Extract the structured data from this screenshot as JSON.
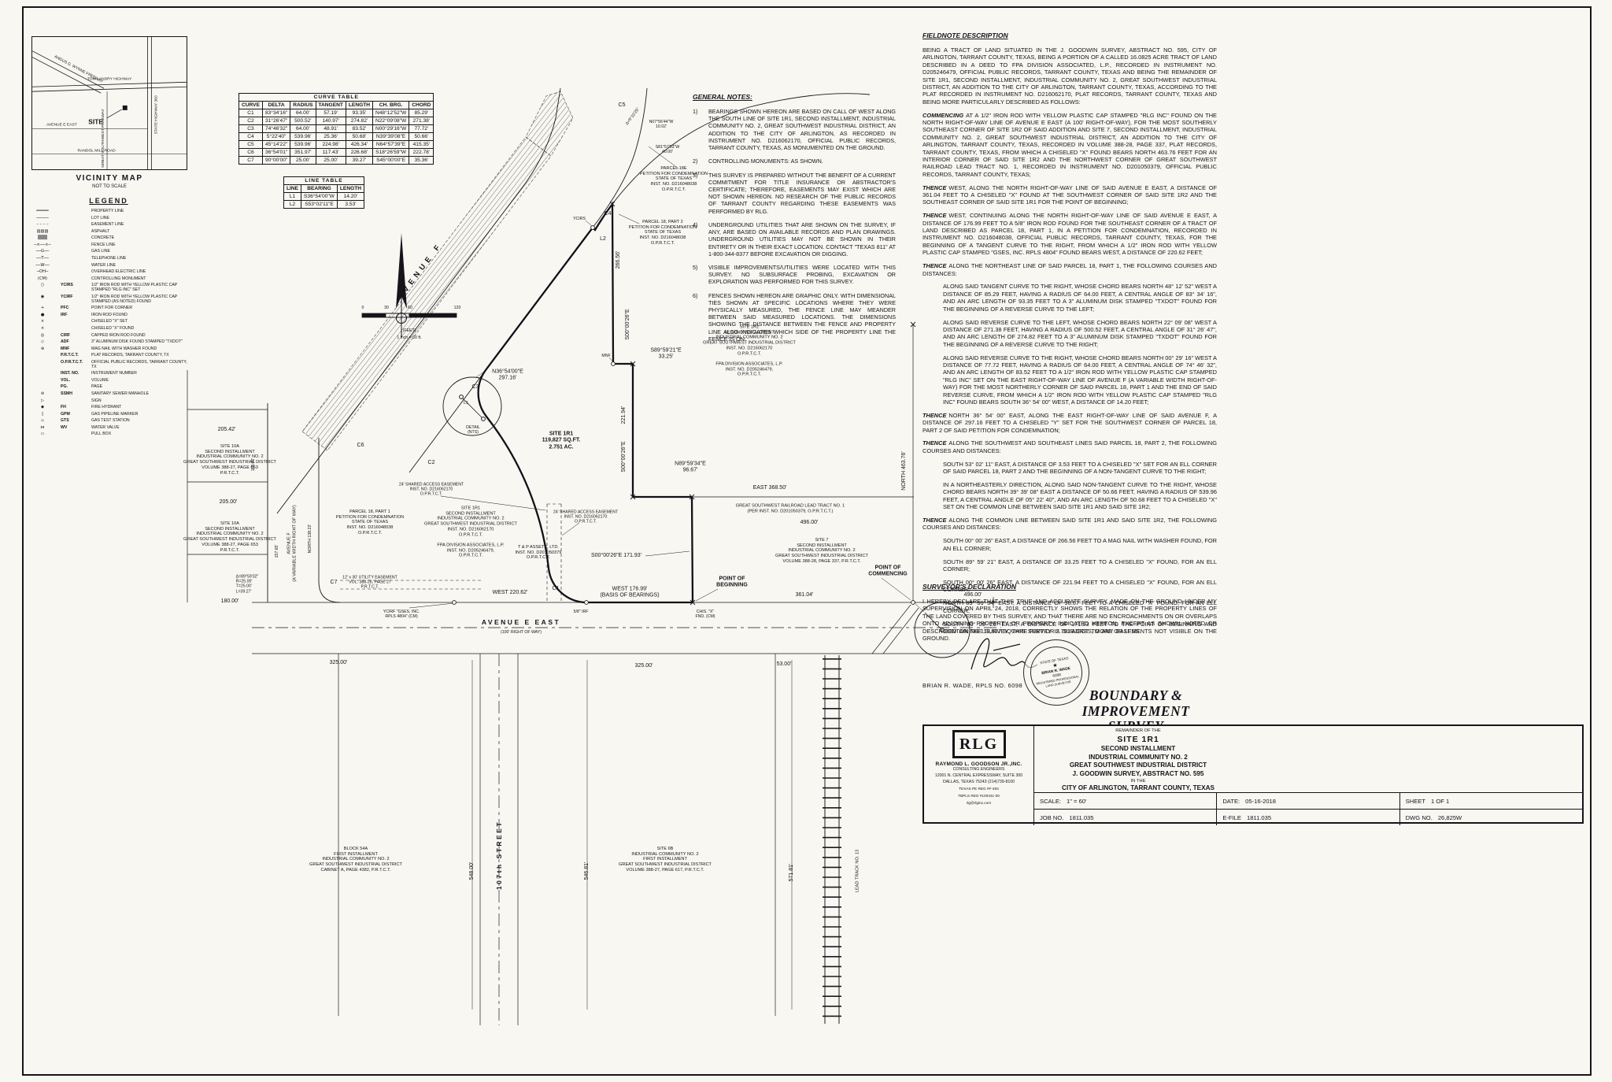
{
  "vicinity": {
    "title": "VICINITY MAP",
    "subtitle": "NOT TO SCALE",
    "site": "SITE",
    "roads": {
      "tom_landry": "TOM LANDRY HIGHWAY",
      "angus": "ANGUS G. WYNNE FREEWAY",
      "hwy360": "STATE HIGHWAY 360",
      "gsp": "GREAT SOUTHWEST PARKWAY",
      "ave_e": "AVENUE E EAST",
      "randol": "RANDOL MILL ROAD"
    }
  },
  "legend": {
    "title": "LEGEND",
    "items": [
      {
        "g": "━━━━━",
        "a": "",
        "t": "PROPERTY LINE"
      },
      {
        "g": "─────",
        "a": "",
        "t": "LOT LINE"
      },
      {
        "g": "– – – –",
        "a": "",
        "t": "EASEMENT LINE"
      },
      {
        "g": "▨▨▨",
        "a": "",
        "t": "ASPHALT"
      },
      {
        "g": "▒▒▒",
        "a": "",
        "t": "CONCRETE"
      },
      {
        "g": "─×──×─",
        "a": "",
        "t": "FENCE LINE"
      },
      {
        "g": "──G──",
        "a": "",
        "t": "GAS LINE"
      },
      {
        "g": "──T──",
        "a": "",
        "t": "TELEPHONE LINE"
      },
      {
        "g": "──W──",
        "a": "",
        "t": "WATER LINE"
      },
      {
        "g": "─OH─",
        "a": "",
        "t": "OVERHEAD ELECTRIC LINE"
      },
      {
        "g": "(CM)",
        "a": "",
        "t": "CONTROLLING MONUMENT"
      },
      {
        "g": "○",
        "a": "YCIRS",
        "t": "1/2\" IRON ROD WITH YELLOW PLASTIC CAP STAMPED \"RLG INC\" SET"
      },
      {
        "g": "◉",
        "a": "YCIRF",
        "t": "1/2\" IRON ROD WITH YELLOW PLASTIC CAP STAMPED (AS NOTED) FOUND"
      },
      {
        "g": "+",
        "a": "PFC",
        "t": "POINT FOR CORNER"
      },
      {
        "g": "●",
        "a": "IRF",
        "t": "IRON ROD FOUND"
      },
      {
        "g": "×",
        "a": "",
        "t": "CHISELED \"X\" SET"
      },
      {
        "g": "×",
        "a": "",
        "t": "CHISELED \"X\" FOUND"
      },
      {
        "g": "◎",
        "a": "CIRF",
        "t": "CAPPED IRON ROD FOUND"
      },
      {
        "g": "◇",
        "a": "ADF",
        "t": "3\" ALUMINUM DISK FOUND STAMPED \"TXDOT\""
      },
      {
        "g": "⊕",
        "a": "MNF",
        "t": "MAG NAIL WITH WASHER FOUND"
      },
      {
        "g": "",
        "a": "P.R.T.C.T.",
        "t": "PLAT RECORDS, TARRANT COUNTY, TX"
      },
      {
        "g": "",
        "a": "O.P.R.T.C.T.",
        "t": "OFFICIAL PUBLIC RECORDS, TARRANT COUNTY, TX"
      },
      {
        "g": "",
        "a": "INST. NO.",
        "t": "INSTRUMENT NUMBER"
      },
      {
        "g": "",
        "a": "VOL.",
        "t": "VOLUME"
      },
      {
        "g": "",
        "a": "PG.",
        "t": "PAGE"
      },
      {
        "g": "⊚",
        "a": "SSMH",
        "t": "SANITARY SEWER MANHOLE"
      },
      {
        "g": "▷",
        "a": "",
        "t": "SIGN"
      },
      {
        "g": "◆",
        "a": "FH",
        "t": "FIRE HYDRANT"
      },
      {
        "g": "▯",
        "a": "GPM",
        "t": "GAS PIPELINE MARKER"
      },
      {
        "g": "▫",
        "a": "GTS",
        "t": "GAS TEST STATION"
      },
      {
        "g": "⋈",
        "a": "WV",
        "t": "WATER VALVE"
      },
      {
        "g": "▭",
        "a": "",
        "t": "PULL BOX"
      }
    ]
  },
  "curve_table": {
    "title": "CURVE TABLE",
    "headers": [
      "CURVE",
      "DELTA",
      "RADIUS",
      "TANGENT",
      "LENGTH",
      "CH. BRG.",
      "CHORD"
    ],
    "rows": [
      [
        "C1",
        "83°34'16\"",
        "64.00'",
        "57.19'",
        "93.35'",
        "N48°12'52\"W",
        "85.29'"
      ],
      [
        "C2",
        "31°26'47\"",
        "500.52'",
        "140.97'",
        "274.82'",
        "N22°09'08\"W",
        "271.38'"
      ],
      [
        "C3",
        "74°46'32\"",
        "64.00'",
        "48.91'",
        "83.52'",
        "N00°29'16\"W",
        "77.72'"
      ],
      [
        "C4",
        "5°22'40\"",
        "539.96'",
        "25.36'",
        "50.68'",
        "N39°39'08\"E",
        "50.66'"
      ],
      [
        "C5",
        "45°14'22\"",
        "539.96'",
        "224.98'",
        "426.34'",
        "N64°57'39\"E",
        "415.35'"
      ],
      [
        "C6",
        "36°54'01\"",
        "351.97'",
        "117.43'",
        "226.68'",
        "S18°26'59\"W",
        "222.78'"
      ],
      [
        "C7",
        "90°00'00\"",
        "25.00'",
        "25.00'",
        "39.27'",
        "S45°00'00\"E",
        "35.36'"
      ]
    ]
  },
  "line_table": {
    "title": "LINE TABLE",
    "headers": [
      "LINE",
      "BEARING",
      "LENGTH"
    ],
    "rows": [
      [
        "L1",
        "S36°54'00\"W",
        "14.20'"
      ],
      [
        "L2",
        "S53°02'11\"E",
        "3.53'"
      ]
    ]
  },
  "general_notes": {
    "title": "GENERAL NOTES:",
    "items": [
      {
        "num": "1)",
        "text": "BEARINGS SHOWN HEREON ARE BASED ON CALL OF WEST ALONG THE SOUTH LINE OF SITE 1R1, SECOND INSTALLMENT, INDUSTRIAL COMMUNITY NO. 2, GREAT SOUTHWEST INDUSTRIAL DISTRICT, AN ADDITION TO THE CITY OF ARLINGTON, AS RECORDED IN INSTRUMENT NO. D216062170, OFFICIAL PUBLIC RECORDS, TARRANT COUNTY, TEXAS, AS MONUMENTED ON THE GROUND."
      },
      {
        "num": "2)",
        "text": "CONTROLLING MONUMENTS: AS SHOWN."
      },
      {
        "num": "3)",
        "text": "THIS SURVEY IS PREPARED WITHOUT THE BENEFIT OF A CURRENT COMMITMENT FOR TITLE INSURANCE OR ABSTRACTOR'S CERTIFICATE; THEREFORE, EASEMENTS MAY EXIST WHICH ARE NOT SHOWN HEREON. NO RESEARCH OF THE PUBLIC RECORDS OF TARRANT COUNTY REGARDING THESE EASEMENTS WAS PERFORMED BY RLG."
      },
      {
        "num": "4)",
        "text": "UNDERGROUND UTILITIES THAT ARE SHOWN ON THE SURVEY, IF ANY, ARE BASED ON AVAILABLE RECORDS AND PLAN DRAWINGS. UNDERGROUND UTILITIES MAY NOT BE SHOWN IN THEIR ENTIRETY OR IN THEIR EXACT LOCATION. CONTACT \"TEXAS 811\" AT 1-800-344-8377 BEFORE EXCAVATION OR DIGGING."
      },
      {
        "num": "5)",
        "text": "VISIBLE IMPROVEMENTS/UTILITIES WERE LOCATED WITH THIS SURVEY. NO SUBSURFACE PROBING, EXCAVATION OR EXPLORATION WAS PERFORMED FOR THIS SURVEY."
      },
      {
        "num": "6)",
        "text": "FENCES SHOWN HEREON ARE GRAPHIC ONLY. WITH DIMENSIONAL TIES SHOWN AT SPECIFIC LOCATIONS WHERE THEY WERE PHYSICALLY MEASURED, THE FENCE LINE MAY MEANDER BETWEEN SAID MEASURED LOCATIONS. THE DIMENSIONS SHOWING THE DISTANCE BETWEEN THE FENCE AND PROPERTY LINE ALSO INDICATES WHICH SIDE OF THE PROPERTY LINE THE FENCE IS ON."
      }
    ]
  },
  "fieldnotes": {
    "title": "FIELDNOTE DESCRIPTION",
    "paragraphs": [
      {
        "lead": "",
        "cls": "",
        "text": "BEING A TRACT OF LAND SITUATED IN THE J. GOODWIN SURVEY, ABSTRACT NO. 595, CITY OF ARLINGTON, TARRANT COUNTY, TEXAS, BEING A PORTION OF A CALLED 16.0825 ACRE TRACT OF LAND DESCRIBED IN A DEED TO FPA DIVISION ASSOCIATED, L.P., RECORDED IN INSTRUMENT NO. D205246479, OFFICIAL PUBLIC RECORDS, TARRANT COUNTY, TEXAS AND BEING THE REMAINDER OF SITE 1R1, SECOND INSTALLMENT, INDUSTRIAL COMMUNITY NO. 2, GREAT SOUTHWEST INDUSTRIAL DISTRICT, AN ADDITION TO THE CITY OF ARLINGTON, TARRANT COUNTY, TEXAS, ACCORDING TO THE PLAT RECORDED IN INSTRUMENT NO. D216062170, PLAT RECORDS, TARRANT COUNTY, TEXAS AND BEING MORE PARTICULARLY DESCRIBED AS FOLLOWS:"
      },
      {
        "lead": "COMMENCING",
        "cls": "",
        "text": "AT A 1/2\" IRON ROD WITH YELLOW PLASTIC CAP STAMPED \"RLG INC\" FOUND ON THE NORTH RIGHT-OF-WAY LINE OF AVENUE E EAST (A 100' RIGHT-OF-WAY), FOR THE MOST SOUTHERLY SOUTHEAST CORNER OF SITE 1R2 OF SAID ADDITION AND SITE 7, SECOND INSTALLMENT, INDUSTRIAL COMMUNITY NO. 2, GREAT SOUTHWEST INDUSTRIAL DISTRICT, AN ADDITION TO THE CITY OF ARLINGTON, TARRANT COUNTY, TEXAS, RECORDED IN VOLUME 388-28, PAGE 337, PLAT RECORDS, TARRANT COUNTY, TEXAS, FROM WHICH A CHISELED \"X\" FOUND BEARS NORTH 463.76 FEET FOR AN INTERIOR CORNER OF SAID SITE 1R2 AND THE NORTHWEST CORNER OF GREAT SOUTHWEST RAILROAD LEAD TRACT NO. 1, RECORDED IN INSTRUMENT NO. D201050379, OFFICIAL PUBLIC RECORDS, TARRANT COUNTY, TEXAS;"
      },
      {
        "lead": "THENCE",
        "cls": "",
        "text": "WEST, ALONG THE NORTH RIGHT-OF-WAY LINE OF SAID AVENUE E EAST, A DISTANCE OF 361.04 FEET TO A CHISELED \"X\" FOUND AT THE SOUTHWEST CORNER OF SAID SITE 1R2 AND THE SOUTHEAST CORNER OF SAID SITE 1R1 FOR THE POINT OF BEGINNING;"
      },
      {
        "lead": "THENCE",
        "cls": "",
        "text": "WEST, CONTINUING ALONG THE NORTH RIGHT-OF-WAY LINE OF SAID AVENUE E EAST, A DISTANCE OF 176.99 FEET TO A 5/8\" IRON ROD FOUND FOR THE SOUTHEAST CORNER OF A TRACT OF LAND DESCRIBED AS PARCEL 18, PART 1, IN A PETITION FOR CONDEMNATION, RECORDED IN INSTRUMENT NO. D216048038, OFFICIAL PUBLIC RECORDS, TARRANT COUNTY, TEXAS, FOR THE BEGINNING OF A TANGENT CURVE TO THE RIGHT, FROM WHICH A 1/2\" IRON ROD WITH YELLOW PLASTIC CAP STAMPED \"GSES, INC. RPLS 4804\" FOUND BEARS WEST, A DISTANCE OF 220.62 FEET;"
      },
      {
        "lead": "THENCE",
        "cls": "",
        "text": "ALONG THE NORTHEAST LINE OF SAID PARCEL 18, PART 1, THE FOLLOWING COURSES AND DISTANCES:"
      },
      {
        "lead": "",
        "cls": "ind",
        "text": "ALONG SAID TANGENT CURVE TO THE RIGHT, WHOSE CHORD BEARS NORTH 48° 12' 52\" WEST A DISTANCE OF 85.29 FEET, HAVING A RADIUS OF 64.00 FEET, A CENTRAL ANGLE OF 83° 34' 16\", AND AN ARC LENGTH OF 93.35 FEET TO A 3\" ALUMINUM DISK STAMPED \"TXDOT\" FOUND FOR THE BEGINNING OF A REVERSE CURVE TO THE LEFT;"
      },
      {
        "lead": "",
        "cls": "ind",
        "text": "ALONG SAID REVERSE CURVE TO THE LEFT, WHOSE CHORD BEARS NORTH 22° 09' 08\" WEST A DISTANCE OF 271.38 FEET, HAVING A RADIUS OF 500.52 FEET, A CENTRAL ANGLE OF 31° 26' 47\", AND AN ARC LENGTH OF 274.82 FEET TO A 3\" ALUMINUM DISK STAMPED \"TXDOT\" FOUND FOR THE BEGINNING OF A REVERSE CURVE TO THE RIGHT;"
      },
      {
        "lead": "",
        "cls": "ind",
        "text": "ALONG SAID REVERSE CURVE TO THE RIGHT, WHOSE CHORD BEARS NORTH 00° 29' 16\" WEST A DISTANCE OF 77.72 FEET, HAVING A RADIUS OF 64.00 FEET, A CENTRAL ANGLE OF 74° 46' 32\", AND AN ARC LENGTH OF 83.52 FEET TO A 1/2\" IRON ROD WITH YELLOW PLASTIC CAP STAMPED \"RLG INC\" SET ON THE EAST RIGHT-OF-WAY LINE OF AVENUE F (A VARIABLE WIDTH RIGHT-OF-WAY) FOR THE MOST NORTHERLY CORNER OF SAID PARCEL 18, PART 1 AND THE END OF SAID REVERSE CURVE, FROM WHICH A 1/2\" IRON ROD WITH YELLOW PLASTIC CAP STAMPED \"RLG INC\" FOUND BEARS SOUTH 36° 54' 00\" WEST, A DISTANCE OF 14.20 FEET;"
      },
      {
        "lead": "THENCE",
        "cls": "",
        "text": "NORTH 36° 54' 00\" EAST, ALONG THE EAST RIGHT-OF-WAY LINE OF SAID AVENUE F, A DISTANCE OF 297.16 FEET TO A CHISELED \"Y\" SET FOR THE SOUTHWEST CORNER OF PARCEL 18, PART 2 OF SAID PETITION FOR CONDEMNATION;"
      },
      {
        "lead": "THENCE",
        "cls": "",
        "text": "ALONG THE SOUTHWEST AND SOUTHEAST LINES SAID PARCEL 18, PART 2, THE FOLLOWING COURSES AND DISTANCES:"
      },
      {
        "lead": "",
        "cls": "ind",
        "text": "SOUTH 53° 02' 11\" EAST, A DISTANCE OF 3.53 FEET TO A CHISELED \"X\" SET FOR AN ELL CORNER OF SAID PARCEL 18, PART 2 AND THE BEGINNING OF A NON-TANGENT CURVE TO THE RIGHT;"
      },
      {
        "lead": "",
        "cls": "ind",
        "text": "IN A NORTHEASTERLY DIRECTION, ALONG SAID NON-TANGENT CURVE TO THE RIGHT, WHOSE CHORD BEARS NORTH 39° 39' 08\" EAST A DISTANCE OF 50.66 FEET, HAVING A RADIUS OF 539.96 FEET, A CENTRAL ANGLE OF 05° 22' 40\", AND AN ARC LENGTH OF 50.68 FEET TO A CHISELED \"X\" SET ON THE COMMON LINE BETWEEN SAID SITE 1R1 AND SAID SITE 1R2;"
      },
      {
        "lead": "THENCE",
        "cls": "",
        "text": "ALONG THE COMMON LINE BETWEEN SAID SITE 1R1 AND SAID SITE 1R2, THE FOLLOWING COURSES AND DISTANCES:"
      },
      {
        "lead": "",
        "cls": "ind",
        "text": "SOUTH 00° 00' 26\" EAST, A DISTANCE OF 266.56 FEET TO A MAG NAIL WITH WASHER FOUND, FOR AN ELL CORNER;"
      },
      {
        "lead": "",
        "cls": "ind",
        "text": "SOUTH 89° 59' 21\" EAST, A DISTANCE OF 33.25 FEET TO A CHISELED \"X\" FOUND, FOR AN ELL CORNER;"
      },
      {
        "lead": "",
        "cls": "ind",
        "text": "SOUTH 00° 00' 26\" EAST, A DISTANCE OF 221.94 FEET TO A CHISELED \"X\" FOUND, FOR AN ELL CORNER;"
      },
      {
        "lead": "",
        "cls": "ind",
        "text": "NORTH 89° 59' 34\" EAST, A DISTANCE OF 96.67 FEET TO A CHISELED \"X\" FOUND, FOR AN ELL CORNER;"
      },
      {
        "lead": "",
        "cls": "ind",
        "text": "SOUTH 00° 00' 26\" EAST, A DISTANCE OF 171.93 FEET TO THE POINT OF BEGINNING AND CONTAINING 119,827 SQUARE FEET OR 2.751 ACRES, MORE OR LESS."
      }
    ]
  },
  "declaration": {
    "title": "SURVEYOR'S DECLARATION",
    "text": "I HEREBY DECLARE THAT THIS TRUE AND ACCURATE SURVEY, MADE ON THE GROUND UNDER MY SUPERVISION ON APRIL 24, 2018, CORRECTLY SHOWS THE RELATION OF THE PROPERTY LINES OF THE LAND COVERED BY THIS SURVEY, AND THAT THERE ARE NO ENCROACHMENTS ON OR OVERLAPS ONTO ADJOINING PROPERTY OR PROPERTY INDICATED HEREON, EXCEPT AS SHOWN, NOTED OR DESCRIBED ON THE SURVEY.  THIS SURVEY IS SUBJECT TO ANY EASEMENTS NOT VISIBLE ON THE GROUND.",
    "name": "BRIAN R. WADE, RPLS NO. 6098",
    "seal": {
      "top": "STATE OF TEXAS",
      "star": "★",
      "name": "BRIAN R. WADE",
      "num": "6098",
      "b1": "REGISTERED PROFESSIONAL",
      "b2": "LAND SURVEYOR"
    }
  },
  "title_block": {
    "main1": "BOUNDARY & IMPROVEMENT",
    "main2": "SURVEY",
    "lines": [
      {
        "t": "REMAINDER OF THE",
        "c": "s"
      },
      {
        "t": "SITE 1R1",
        "c": "l"
      },
      {
        "t": "SECOND INSTALLMENT",
        "c": "m"
      },
      {
        "t": "INDUSTRIAL COMMUNITY NO. 2",
        "c": "m"
      },
      {
        "t": "GREAT SOUTHWEST INDUSTRIAL DISTRICT",
        "c": "m"
      },
      {
        "t": "J. GOODWIN SURVEY, ABSTRACT NO. 595",
        "c": "m"
      },
      {
        "t": "IN THE",
        "c": "s"
      },
      {
        "t": "CITY OF ARLINGTON, TARRANT COUNTY, TEXAS",
        "c": "m"
      }
    ],
    "scale_label": "SCALE:",
    "scale": "1\" = 60'",
    "date_label": "DATE:",
    "date": "05-16-2018",
    "sheet_label": "SHEET",
    "sheet": "1 OF 1",
    "job_label": "JOB NO.",
    "job": "1811.035",
    "efile_label": "E-FILE",
    "efile": "1811.035",
    "dwg_label": "DWG NO.",
    "dwg": "26,825W"
  },
  "firm": {
    "logo": "RLG",
    "name": "RAYMOND L. GOODSON JR.,INC.",
    "line2": "CONSULTING ENGINEERS",
    "addr1": "12001 N. CENTRAL EXPRESSWAY, SUITE 300",
    "addr2": "DALLAS, TEXAS 75243  (214)739-8100",
    "reg1": "TEXAS PE REG #F-493",
    "reg2": "TBPLS REG #100341-00",
    "email": "rlg@rlginc.com"
  },
  "plat": {
    "ave_f_diag": "AVENUE F",
    "ave_f_row": "AVENUE F\n(A VARIABLE WIDTH RIGHT OF WAY)",
    "north_138": "NORTH  138.22'",
    "d15765": "157.65'",
    "d11800": "118.00'",
    "n36": "N36°54'00\"E\n297.16'",
    "d26656": "266.56'",
    "s00": "S00°00'26\"E",
    "s89": "S89°59'21\"E\n33.25'",
    "d22194": "221.94'",
    "n89": "N89°59'34\"E\n96.67'",
    "s00_171": "S00°00'26\"E  171.93'",
    "site1r1_area": "SITE 1R1\n119,827 SQ.FT.\n2.751 AC.",
    "site1r2": "SITE 1R2\nSECOND INSTALLMENT\nINDUSTRIAL COMMUNITY NO. 2\nGREAT SOUTHWEST INDUSTRIAL DISTRICT\nINST. NO. D216062170\nO.P.R.T.C.T.\n\nFPA DIVISION ASSOCIATES, L.P.\nINST. NO. D205246479,\nO.P.R.T.C.T.",
    "parcel18e": "PARCEL 18E\nPETITION FOR CONDEMNATION\nSTATE OF TEXAS\nINST. NO. D216048038\nO.P.R.T.C.T.",
    "parcel18p2": "PARCEL 18, PART 2\nPETITION FOR CONDEMNATION\nSTATE OF TEXAS\nINST. NO. D216048038\nO.P.R.T.C.T.",
    "parcel18p1": "PARCEL 18, PART 1\nPETITION FOR CONDEMNATION\nSTATE OF TEXAS\nINST. NO. D216048038\nO.P.R.T.C.T.",
    "site1r1_owner": "SITE 1R1\nSECOND INSTALLMENT\nINDUSTRIAL COMMUNITY NO. 2\nGREAT SOUTHWEST INDUSTRIAL DISTRICT\nINST. NO. D216062170\nO.P.R.T.C.T.\n\nFPA DIVISION ASSOCIATES, L.P.\nINST. NO. D205246479,\nO.P.R.T.C.T.",
    "tp_assets": "T & P ASSETS, LTD.\nINST. NO. D201050379\nO.P.R.T.C.T.",
    "site7": "SITE 7\nSECOND INSTALLMENT\nINDUSTRIAL COMMUNITY NO. 2\nGREAT SOUTHWEST INDUSTRIAL DISTRICT\nVOLUME 388-28, PAGE 337, P.R.T.C.T.",
    "site10a": "SITE 10A\nSECOND INSTALLMENT\nINDUSTRIAL COMMUNITY NO. 2\nGREAT SOUTHWEST INDUSTRIAL DISTRICT\nVOLUME 388-27, PAGE 653\nP.R.T.C.T.",
    "block54a": "BLOCK 54A\nFIRST INSTALLMENT\nINDUSTRIAL COMMUNITY NO. 2\nGREAT SOUTHWEST INDUSTRIAL DISTRICT\nCABINET A, PAGE 4382, P.R.T.C.T.",
    "site6b": "SITE 6B\nINDUSTRIAL COMMUNITY NO. 2\nFIRST INSTALLMENT\nGREAT SOUTHWEST INDUSTRIAL DISTRICT\nVOLUME 388-27, PAGE 617, P.R.T.C.T.",
    "gsw_rr": "GREAT SOUTHWEST RAILROAD LEAD TRACT NO. 1\n(PER INST. NO. D201050379, O.P.R.T.C.T.)",
    "east368": "EAST   368.50'",
    "d496a": "496.00'",
    "d496b": "496.00'",
    "north463": "NORTH   463.76'",
    "pob": "POINT OF\nBEGINNING",
    "poc": "POINT OF\nCOMMENCING",
    "west176": "WEST   176.99'\n(BASIS OF BEARINGS)",
    "d36104": "361.04'",
    "west220": "WEST   220.62'",
    "ave_e": "AVENUE E EAST",
    "ave_e_row": "(100' RIGHT OF WAY)",
    "st107": "107th STREET",
    "d325a": "325.00'",
    "d325b": "325.00'",
    "d53": "53.00'",
    "d548": "548.00'",
    "d5468": "546.81'",
    "d5718": "571.81'",
    "leadtrack": "LEAD TRACK NO. 13",
    "d20542": "205.42'",
    "d205": "205.00'",
    "d180": "180.00'",
    "delta_c7": "Δ=89°59'32\"\nR=25.00'\nT=25.00'\nL=39.27'",
    "ease24": "24' SHARED ACCESS EASEMENT\nINST. NO. D216062170\nO.P.R.T.C.T.",
    "ease12": "12' x 30' UTILITY EASEMENT\nVOL. 388-28, PAGE 27\nP.R.T.C.T.",
    "delta_top": "Δ=5°10'25\"",
    "n07": "N07°56'44\"W\n10.02'",
    "s81": "S81°57'53\"W\n40.00'",
    "c1": "C1",
    "c2": "C2",
    "c3": "C3",
    "c4": "C4",
    "c5": "C5",
    "c6": "C6",
    "c7": "C7",
    "l1": "L1",
    "l2": "L2",
    "detail": "DETAIL\n(NTS)",
    "gses": "YCIRF \"GSES, INC.\nRPLS 4804\" (CM)",
    "irf58": "5/8\" IRF",
    "chisx": "CHIS. \"X\"\nFND. (CM)",
    "mnf": "MNF",
    "ycirs": "YCIRS",
    "scale": {
      "t0": "0",
      "t30": "30",
      "t60": "60",
      "t120": "120",
      "unit": "(FEET)",
      "note": "1 inch = 60 ft."
    }
  }
}
